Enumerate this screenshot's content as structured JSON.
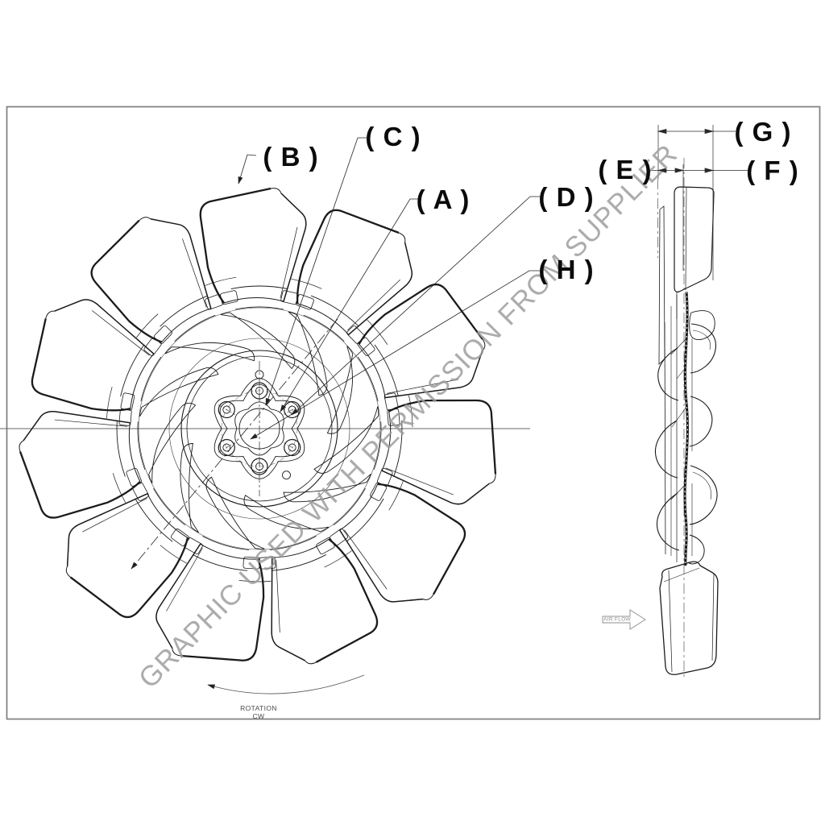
{
  "watermark": "GRAPHIC USED WITH PERMISSION FROM SUPPLIER",
  "callouts": {
    "a": "( A )",
    "b": "( B )",
    "c": "( C )",
    "d": "( D )",
    "e": "( E )",
    "f": "( F )",
    "g": "( G )",
    "h": "( H )"
  },
  "annotations": {
    "rotation_line1": "ROTATION",
    "rotation_line2": "CW",
    "air_flow": "AIR FLOW"
  },
  "colors": {
    "line": "#1b1b1b",
    "centerline": "#666666",
    "frame": "#7e7e7e",
    "dimension": "#2a2a2a",
    "watermark": "#9b9b9b"
  }
}
